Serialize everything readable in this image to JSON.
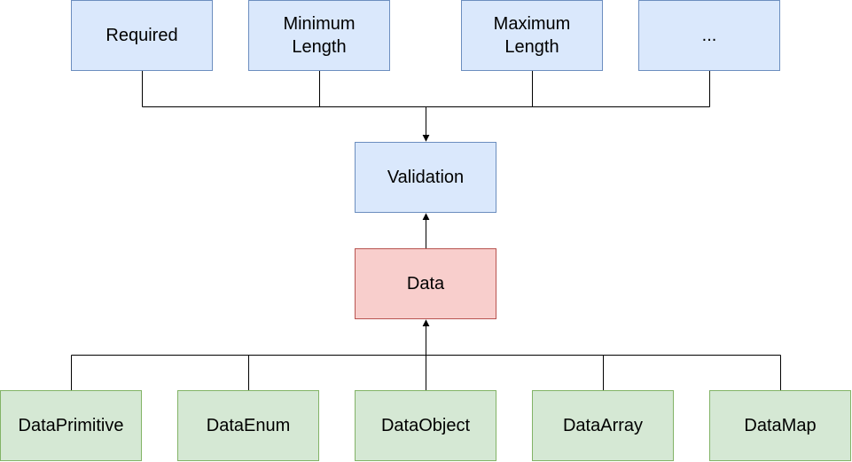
{
  "diagram": {
    "nodes": {
      "required": "Required",
      "minimum_length": "Minimum\nLength",
      "maximum_length": "Maximum\nLength",
      "more": "...",
      "validation": "Validation",
      "data": "Data",
      "data_primitive": "DataPrimitive",
      "data_enum": "DataEnum",
      "data_object": "DataObject",
      "data_array": "DataArray",
      "data_map": "DataMap"
    },
    "colors": {
      "validation_fill": "#dae8fc",
      "validation_stroke": "#6c8ebf",
      "data_fill": "#f8cecc",
      "data_stroke": "#b85450",
      "subtype_fill": "#d5e8d4",
      "subtype_stroke": "#82b366",
      "edge": "#000000"
    },
    "edges": [
      {
        "from": "Required",
        "to": "Validation"
      },
      {
        "from": "Minimum Length",
        "to": "Validation"
      },
      {
        "from": "Maximum Length",
        "to": "Validation"
      },
      {
        "from": "...",
        "to": "Validation"
      },
      {
        "from": "Data",
        "to": "Validation"
      },
      {
        "from": "DataPrimitive",
        "to": "Data"
      },
      {
        "from": "DataEnum",
        "to": "Data"
      },
      {
        "from": "DataObject",
        "to": "Data"
      },
      {
        "from": "DataArray",
        "to": "Data"
      },
      {
        "from": "DataMap",
        "to": "Data"
      }
    ]
  }
}
